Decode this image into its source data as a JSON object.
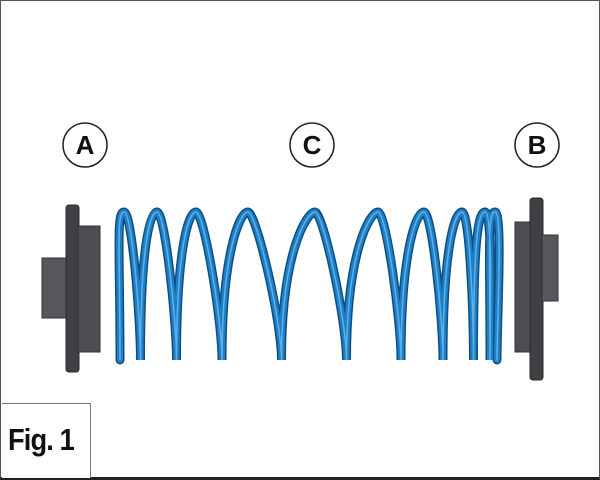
{
  "labels": {
    "a": "A",
    "b": "B",
    "c": "C"
  },
  "caption": "Fig. 1",
  "colors": {
    "spring": "#1f7fc4",
    "cap": "#4a4c50",
    "outline": "#222222"
  }
}
